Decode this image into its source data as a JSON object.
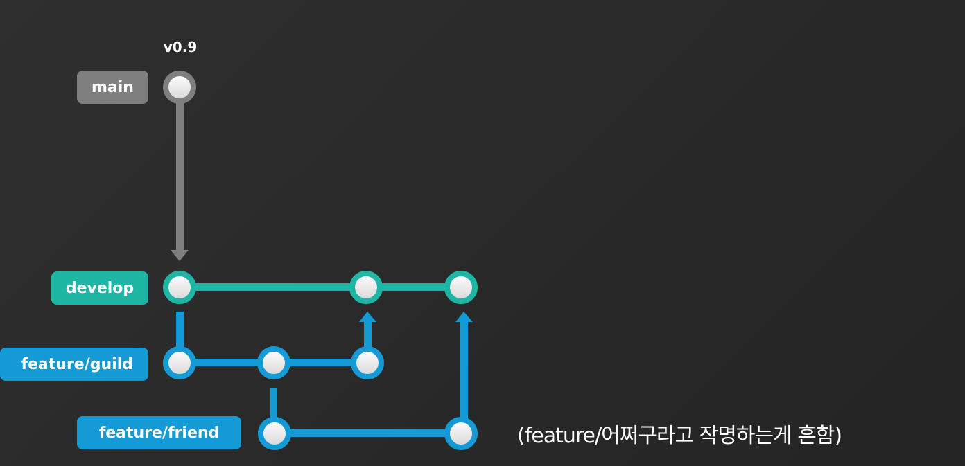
{
  "tag": "v0.9",
  "branches": {
    "main": {
      "label": "main",
      "color": "#7f7f7f"
    },
    "develop": {
      "label": "develop",
      "color": "#1fb5a4"
    },
    "feature_guild": {
      "label": "feature/guild",
      "color": "#159ad6"
    },
    "feature_friend": {
      "label": "feature/friend",
      "color": "#159ad6"
    }
  },
  "caption": "(feature/어쩌구라고 작명하는게 흔함)"
}
